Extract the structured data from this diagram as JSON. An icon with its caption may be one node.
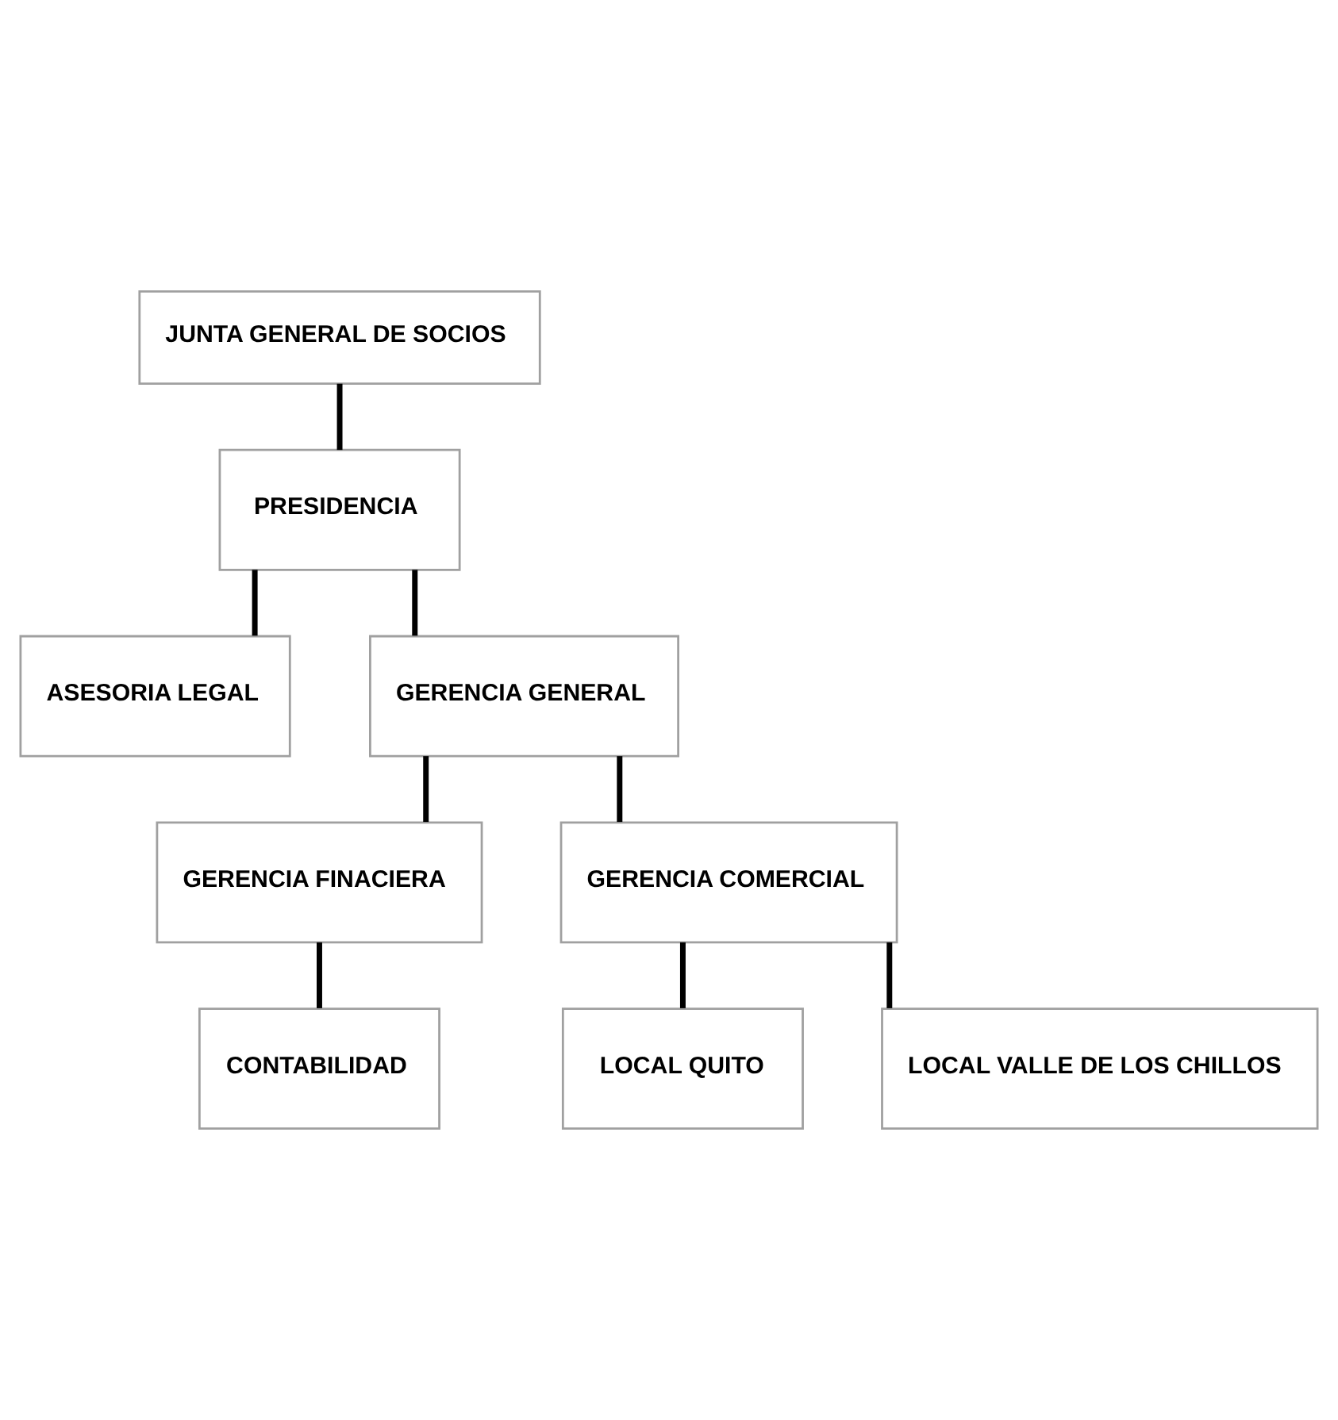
{
  "diagram": {
    "nodes": [
      {
        "text": [
          "JUNTA GENERAL DE SOCIOS"
        ]
      },
      {
        "text": [
          "PRESIDENCIA"
        ]
      },
      {
        "text": [
          "ASESORIA LEGAL"
        ]
      },
      {
        "text": [
          "GERENCIA GENERAL"
        ]
      },
      {
        "text": [
          "GERENCIA FINACIERA"
        ]
      },
      {
        "text": [
          "GERENCIA COMERCIAL"
        ]
      },
      {
        "text": [
          "CONTABILIDAD"
        ]
      },
      {
        "text": [
          "LOCAL QUITO"
        ]
      },
      {
        "text": [
          "LOCAL VALLE DE LOS CHILLOS"
        ]
      }
    ],
    "edges": [
      {
        "from": 0,
        "to": 1,
        "arrow": "none"
      },
      {
        "from": 1,
        "to": 2,
        "arrow": "none"
      },
      {
        "from": 1,
        "to": 3,
        "arrow": "none"
      },
      {
        "from": 3,
        "to": 4,
        "arrow": "none"
      },
      {
        "from": 3,
        "to": 5,
        "arrow": "none"
      },
      {
        "from": 4,
        "to": 6,
        "arrow": "none"
      },
      {
        "from": 5,
        "to": 7,
        "arrow": "none"
      },
      {
        "from": 5,
        "to": 8,
        "arrow": "none"
      }
    ]
  }
}
